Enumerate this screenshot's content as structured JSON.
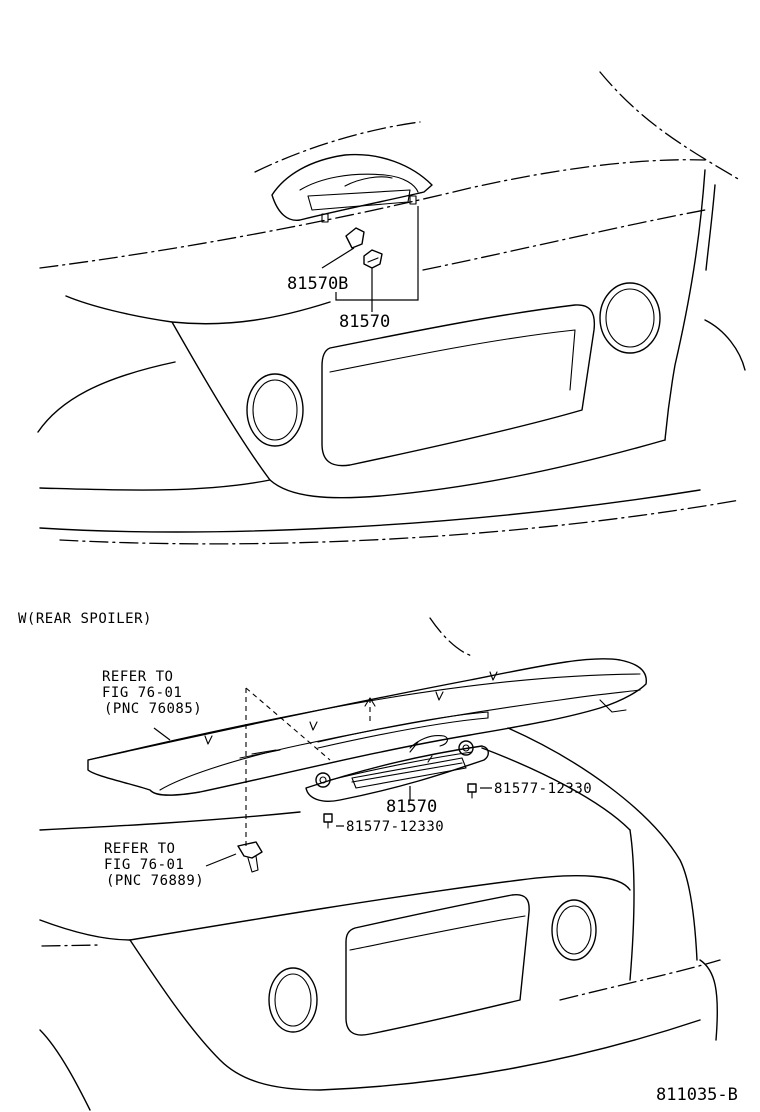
{
  "upper_view": {
    "callouts": [
      {
        "id": "bulb-socket",
        "text": "81570B"
      },
      {
        "id": "stop-lamp-assy",
        "text": "81570"
      }
    ]
  },
  "lower_view": {
    "section_title": "W(REAR SPOILER)",
    "refer_spoiler": {
      "line1": "REFER TO",
      "line2": "FIG 76-01",
      "line3": "(PNC 76085)"
    },
    "refer_clip": {
      "line1": "REFER TO",
      "line2": "FIG 76-01",
      "line3": "(PNC 76889)"
    },
    "callouts": [
      {
        "id": "spoiler-lamp",
        "text": "81570"
      },
      {
        "id": "screw-right",
        "text": "81577-12330"
      },
      {
        "id": "screw-left",
        "text": "81577-12330"
      }
    ]
  },
  "figure_code": "811035-B"
}
